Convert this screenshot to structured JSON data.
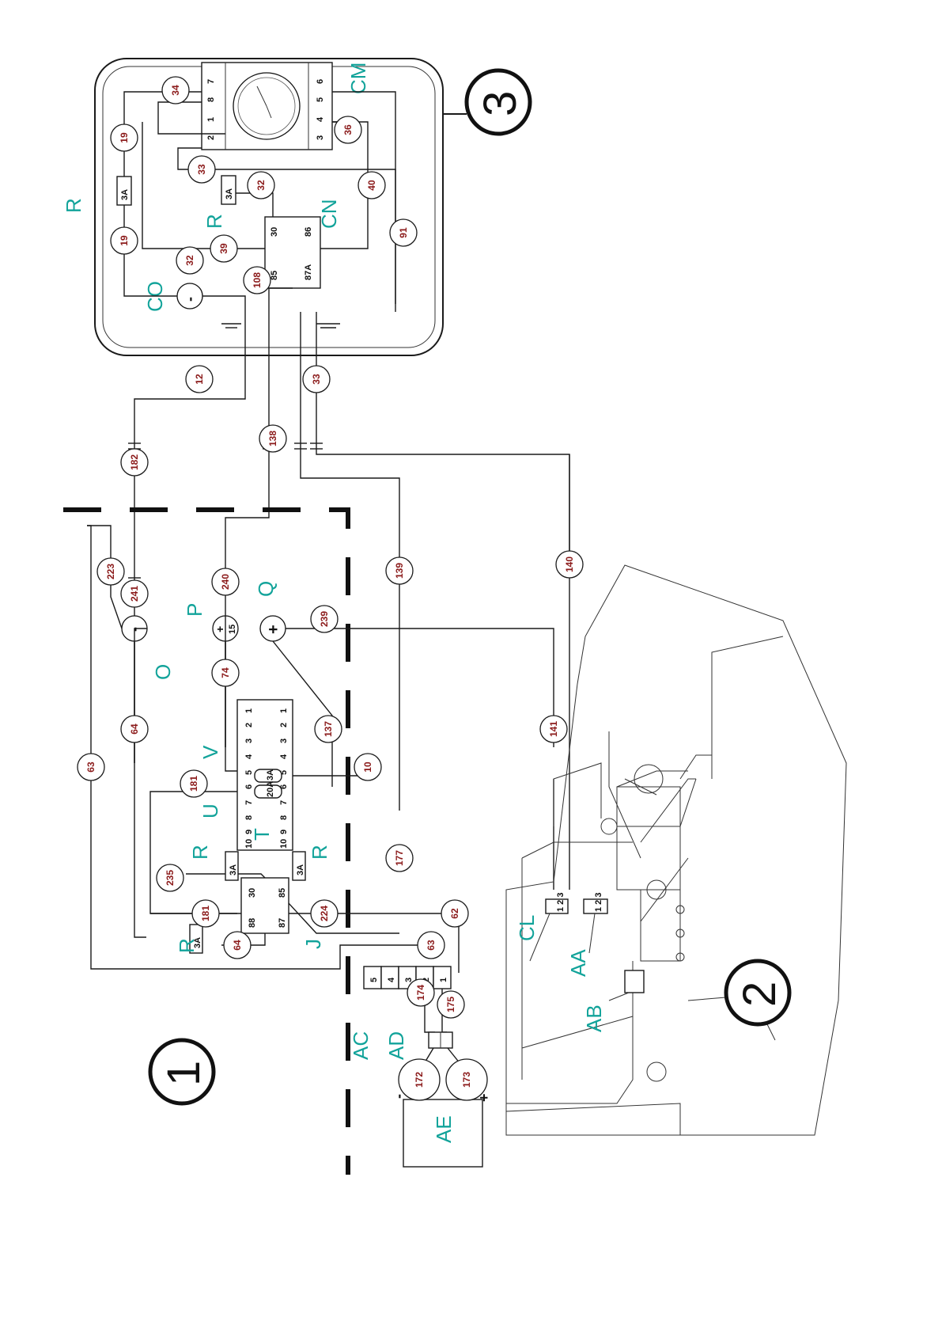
{
  "zones": [
    {
      "id": "zone-1",
      "label": "1"
    },
    {
      "id": "zone-2",
      "label": "2"
    },
    {
      "id": "zone-3",
      "label": "3"
    }
  ],
  "components": {
    "CM": "CM",
    "CN": "CN",
    "CO": "CO",
    "O": "O",
    "P": "P",
    "Q": "Q",
    "T": "T",
    "U": "U",
    "V": "V",
    "J": "J",
    "AA": "AA",
    "AB": "AB",
    "AC": "AC",
    "AD": "AD",
    "AE": "AE",
    "CL": "CL",
    "R1": "R",
    "R2": "R",
    "R3": "R",
    "R4": "R",
    "R5": "R"
  },
  "wires": [
    "19",
    "19",
    "34",
    "33",
    "36",
    "32",
    "32",
    "39",
    "40",
    "91",
    "108",
    "12",
    "33",
    "182",
    "138",
    "139",
    "140",
    "223",
    "241",
    "240",
    "239",
    "74",
    "64",
    "63",
    "137",
    "10",
    "181",
    "181",
    "141",
    "177",
    "235",
    "224",
    "62",
    "63",
    "64",
    "174",
    "175",
    "172",
    "173"
  ],
  "clock_pins": {
    "left": [
      "7",
      "8",
      "1",
      "2"
    ],
    "right": [
      "6",
      "5",
      "4",
      "3"
    ]
  },
  "relay_cn_pins": [
    "30",
    "86",
    "85",
    "87A"
  ],
  "relay_j_pins": [
    "30",
    "85",
    "88",
    "87"
  ],
  "fusebox_rows": {
    "left": [
      "1",
      "2",
      "3",
      "4",
      "5",
      "6",
      "7",
      "8",
      "9",
      "10"
    ],
    "right": [
      "1",
      "2",
      "3",
      "4",
      "5",
      "6",
      "7",
      "8",
      "9",
      "10"
    ]
  },
  "fuse_u": "20A",
  "fuse_v": "3A",
  "fuse_small": "3A",
  "ac_terminals": [
    "5",
    "4",
    "3",
    "2",
    "1"
  ],
  "pole_p": {
    "sign": "+",
    "num": "15"
  },
  "pole_q": "+",
  "pole_o": "-",
  "pole_co": "-",
  "battery_minus": "-",
  "battery_plus": "+",
  "connector_cl_text": "1 2 3",
  "connector_aa_text": "1 2 3"
}
